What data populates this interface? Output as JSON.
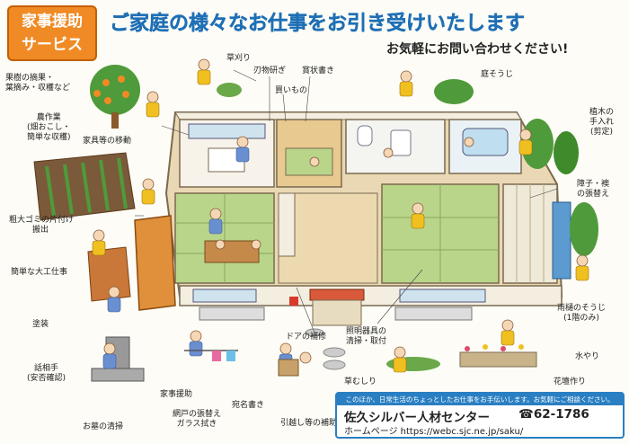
{
  "badge": {
    "line1": "家事援助",
    "line2": "サービス"
  },
  "headline": "ご家庭の様々なお仕事をお引き受けいたします",
  "subhead": "お気軽にお問い合わせください!",
  "labels": {
    "fruit_l1": "果樹の摘果・",
    "fruit_l2": "葉摘み・収穫など",
    "farm_l1": "農作業",
    "farm_l2": "(畑おこし・",
    "farm_l3": "簡単な収穫)",
    "grass": "草刈り",
    "knife": "刃物研ぎ",
    "letter": "賞状書き",
    "shopping": "買いもの",
    "furniture": "家具等の移動",
    "garden": "庭そうじ",
    "tree_l1": "植木の",
    "tree_l2": "手入れ",
    "tree_l3": "(剪定)",
    "shoji_l1": "障子・襖",
    "shoji_l2": "の張替え",
    "garbage_l1": "粗大ゴミの片付け",
    "garbage_l2": "搬出",
    "carpentry": "簡単な大工仕事",
    "paint": "塗装",
    "gutter_l1": "雨樋のそうじ",
    "gutter_l2": "(1階のみ)",
    "talk_l1": "話相手",
    "talk_l2": "(安否確認)",
    "door": "ドアの補修",
    "light_l1": "照明器具の",
    "light_l2": "清掃・取付",
    "water": "水やり",
    "weed": "草むしり",
    "flowerbed": "花壇作り",
    "housework": "家事援助",
    "screen_l1": "網戸の張替え",
    "screen_l2": "ガラス拭き",
    "grave": "お墓の清掃",
    "address": "宛名書き",
    "moving": "引越し等の補助"
  },
  "footer": {
    "note": "このほか、日常生活のちょっとしたお仕事をお手伝いします。お気軽にご相談ください。",
    "center": "佐久シルバー人材センター",
    "tel": "☎62-1786",
    "hp": "ホームページ https://webc.sjc.ne.jp/saku/"
  },
  "colors": {
    "orange": "#f08a24",
    "blue": "#1f6fb5",
    "floor": "#ead8b4",
    "tatami": "#b9d58a",
    "tree": "#4f9a3a"
  }
}
